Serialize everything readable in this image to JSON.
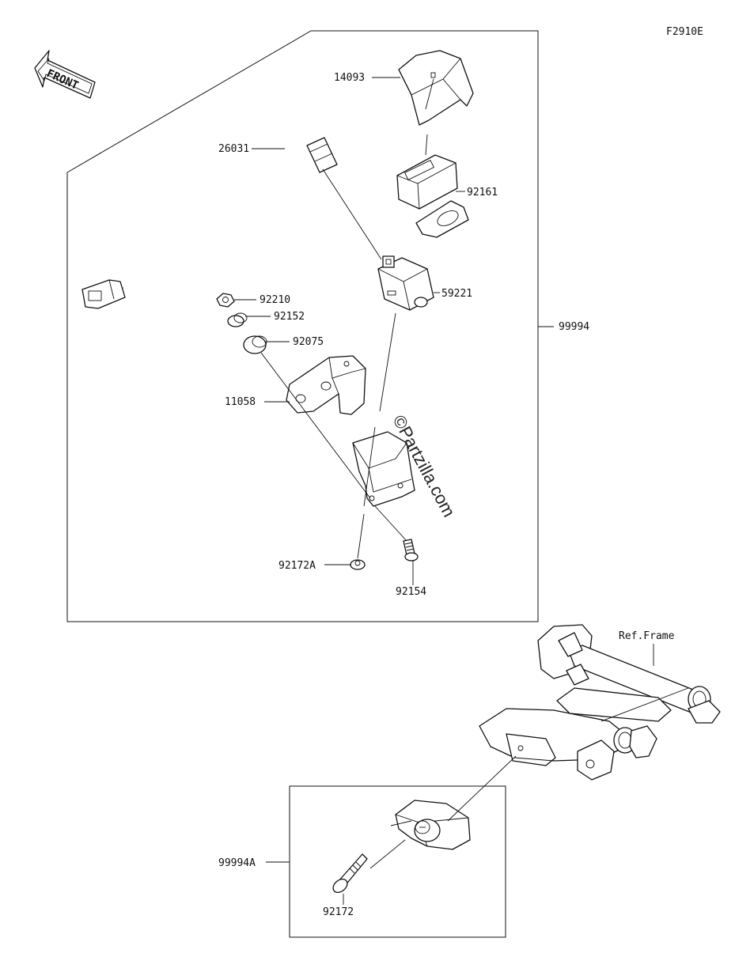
{
  "figure_code": "F2910E",
  "front_arrow_label": "FRONT",
  "watermark": "©Partzilla.com",
  "reference_label": "Ref.Frame",
  "parts": {
    "p14093": "14093",
    "p26031": "26031",
    "p92161": "92161",
    "p59221": "59221",
    "p92210": "92210",
    "p92152": "92152",
    "p92075": "92075",
    "p11058": "11058",
    "p92172A": "92172A",
    "p92154": "92154",
    "p99994": "99994",
    "p99994A": "99994A",
    "p92172": "92172"
  }
}
